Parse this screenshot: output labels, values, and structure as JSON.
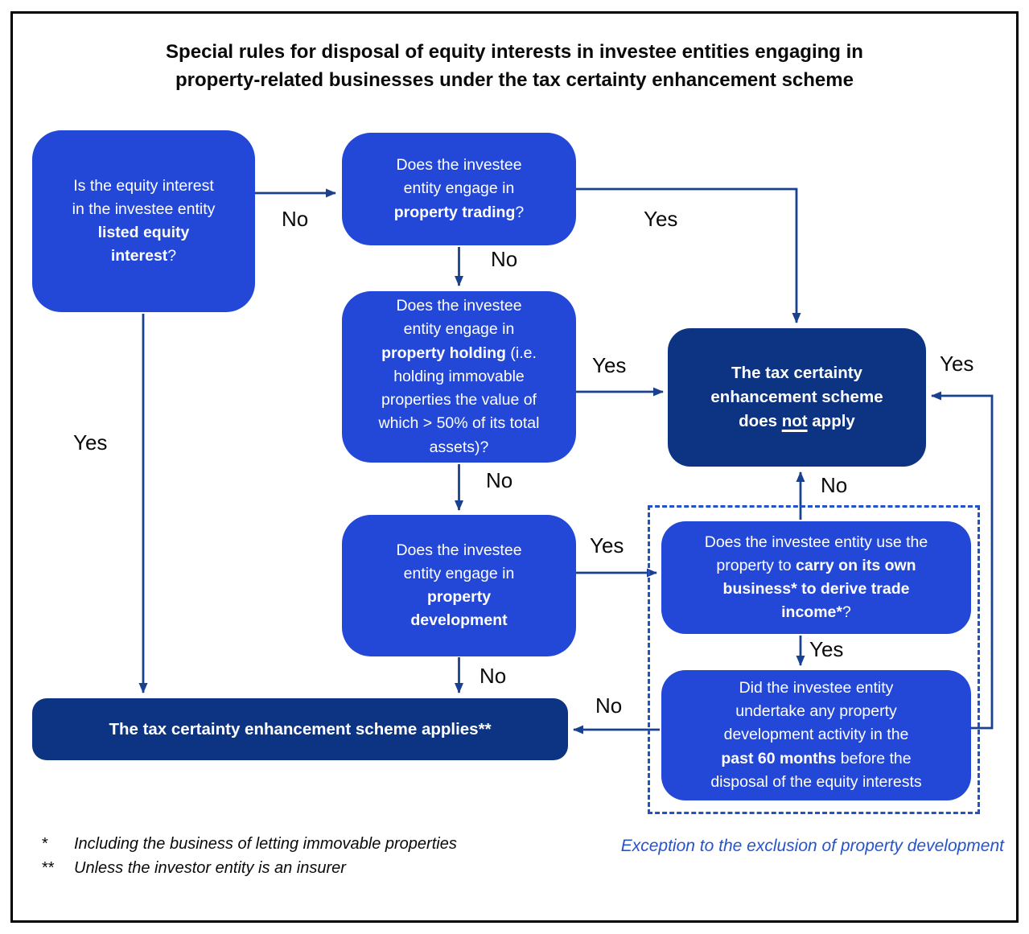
{
  "title": "Special rules for disposal of equity interests in investee entities engaging in\nproperty-related businesses under the tax certainty enhancement scheme",
  "colors": {
    "node_blue": "#2347D7",
    "node_navy": "#0D3483",
    "arrow": "#1A418F",
    "dashed_border": "#2152C8",
    "caption_blue": "#2553CB",
    "label_text": "#0A0A0A"
  },
  "nodes": {
    "listed": {
      "segments": [
        {
          "t": "Is the equity interest\nin the investee entity\n"
        },
        {
          "t": "listed equity\ninterest",
          "b": true
        },
        {
          "t": "?"
        }
      ]
    },
    "trading": {
      "segments": [
        {
          "t": "Does the investee\nentity engage in\n"
        },
        {
          "t": "property trading",
          "b": true
        },
        {
          "t": "?"
        }
      ]
    },
    "holding": {
      "segments": [
        {
          "t": "Does the investee\nentity engage in\n"
        },
        {
          "t": "property holding",
          "b": true
        },
        {
          "t": " (i.e.\nholding immovable\nproperties the value of\nwhich > 50% of its total\nassets)?"
        }
      ]
    },
    "development": {
      "segments": [
        {
          "t": "Does the investee\nentity engage in\n"
        },
        {
          "t": "property\ndevelopment",
          "b": true
        }
      ]
    },
    "not_apply": {
      "segments": [
        {
          "t": "The tax certainty\nenhancement scheme\ndoes ",
          "b": true
        },
        {
          "t": "not",
          "b": true,
          "u": true
        },
        {
          "t": " apply",
          "b": true
        }
      ]
    },
    "own_business": {
      "segments": [
        {
          "t": "Does the investee entity use the\nproperty to "
        },
        {
          "t": "carry on its own\nbusiness* to derive trade\nincome*",
          "b": true
        },
        {
          "t": "?"
        }
      ]
    },
    "sixty_months": {
      "segments": [
        {
          "t": "Did the investee entity\nundertake any property\ndevelopment activity in the\n"
        },
        {
          "t": "past 60 months",
          "b": true
        },
        {
          "t": " before the\ndisposal of the equity interests"
        }
      ]
    },
    "applies": {
      "segments": [
        {
          "t": "The tax certainty enhancement scheme applies**",
          "b": true
        }
      ]
    }
  },
  "edge_labels": {
    "listed_no": "No",
    "listed_yes": "Yes",
    "trading_no": "No",
    "trading_yes": "Yes",
    "holding_no": "No",
    "holding_yes": "Yes",
    "development_no": "No",
    "development_yes": "Yes",
    "own_business_no": "No",
    "own_business_yes": "Yes",
    "sixty_months_no": "No",
    "sixty_months_yes": "Yes"
  },
  "footnotes": [
    {
      "marker": "*",
      "text": "Including the business of letting immovable properties"
    },
    {
      "marker": "**",
      "text": "Unless the investor entity is an insurer"
    }
  ],
  "caption": "Exception to the exclusion of property development"
}
